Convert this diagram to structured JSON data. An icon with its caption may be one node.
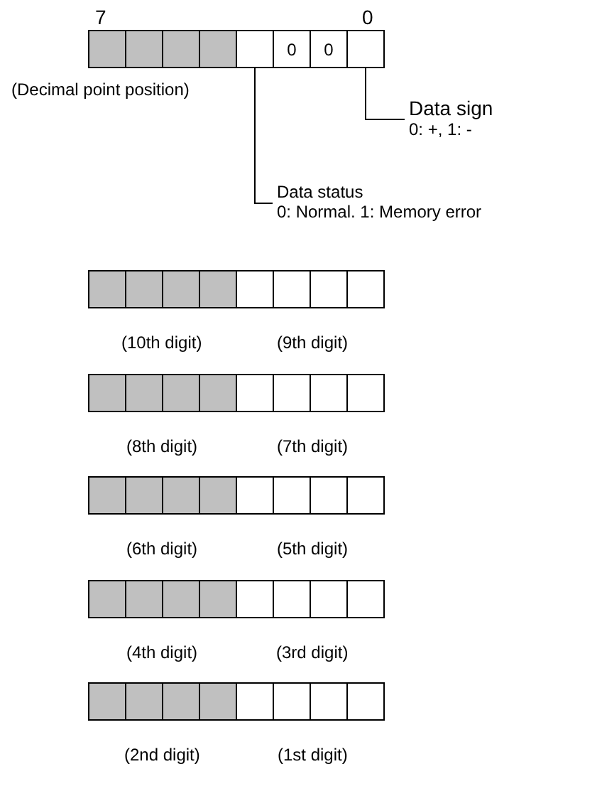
{
  "diagram": {
    "nodes": [
      {
        "text": [],
        "shape": "box"
      },
      {
        "text": [],
        "shape": "box"
      },
      {
        "text": [],
        "shape": "box"
      },
      {
        "text": [],
        "shape": "box"
      },
      {
        "text": [],
        "shape": "box"
      },
      {
        "text": [
          "0"
        ]
      },
      {
        "text": [
          "0"
        ]
      },
      {
        "text": [],
        "shape": "box"
      },
      {
        "text": [
          "Data sign",
          "0: +, 1: -"
        ]
      },
      {
        "text": [
          "Data status",
          "0: Normal. 1: Memory error"
        ]
      }
    ],
    "edges": [
      {
        "from": 8,
        "to": 7,
        "arrow": "none"
      },
      {
        "from": 9,
        "to": 4,
        "arrow": "none"
      }
    ],
    "labels": [
      "7",
      "0",
      "(Decimal point position)",
      "(10th digit)",
      "(9th digit)",
      "(8th digit)",
      "(7th digit)",
      "(6th digit)",
      "(5th digit)",
      "(4th digit)",
      "(3rd digit)",
      "(2nd digit)",
      "(1st digit)"
    ]
  }
}
